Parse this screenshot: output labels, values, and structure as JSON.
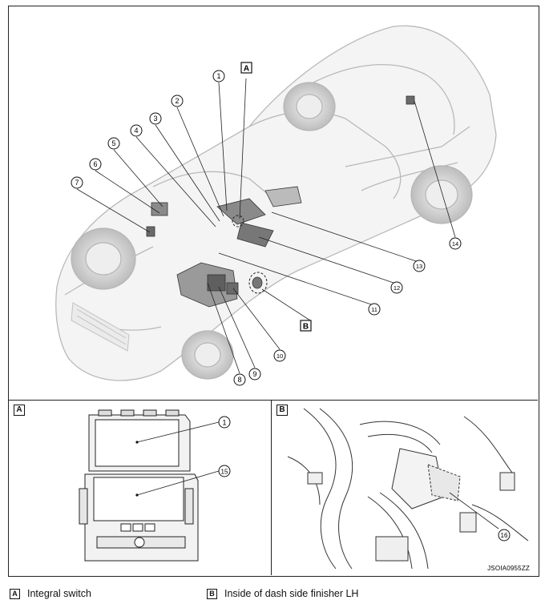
{
  "main": {
    "callouts": [
      "1",
      "2",
      "3",
      "4",
      "5",
      "6",
      "7",
      "8",
      "9",
      "10",
      "11",
      "12",
      "13",
      "14"
    ],
    "view_tags": [
      "A",
      "B"
    ]
  },
  "panel_a": {
    "tag": "A",
    "callouts": [
      "1",
      "15"
    ]
  },
  "panel_b": {
    "tag": "B",
    "callouts": [
      "16"
    ]
  },
  "legend": [
    {
      "tag": "A",
      "text": "Integral switch"
    },
    {
      "tag": "B",
      "text": "Inside of dash side finisher LH"
    }
  ],
  "drawing_code": "JSOIA0955ZZ"
}
